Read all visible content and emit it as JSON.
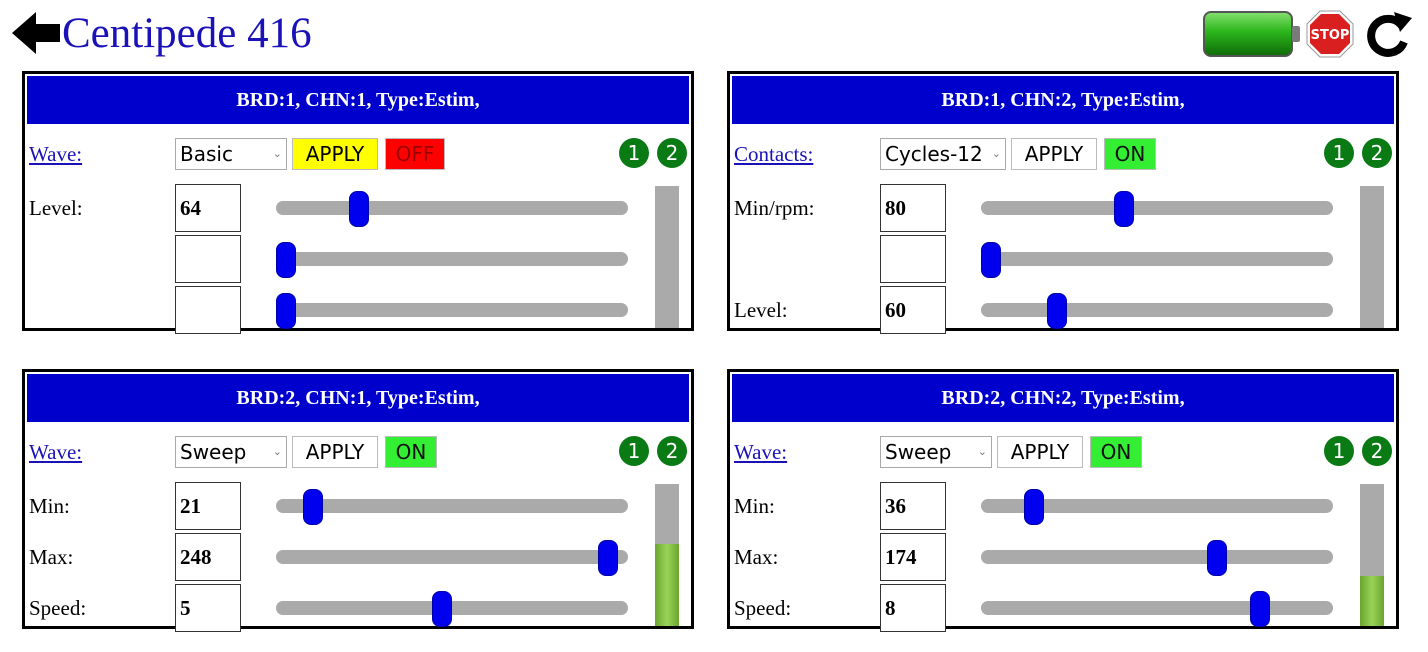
{
  "app": {
    "title": "Centipede 416",
    "icons": {
      "back": "back-arrow-icon",
      "battery": "battery-icon",
      "stop": "stop-sign-icon",
      "refresh": "refresh-icon"
    },
    "colors": {
      "title": "#1a12b8",
      "header": "#0000cc",
      "on": "#33ee33",
      "off": "#ff0000",
      "apply_active": "#ffff00",
      "slider_thumb": "#0000ee",
      "badge": "#0a7a14",
      "battery": "#2bb51b",
      "stop": "#d91f1f"
    }
  },
  "panels": [
    {
      "header": "BRD:1, CHN:1, Type:Estim,",
      "mode_label": "Wave:",
      "select_value": "Basic",
      "apply_label": "APPLY",
      "apply_highlight": true,
      "toggle_label": "OFF",
      "toggle_state": "off",
      "badges": [
        "1",
        "2"
      ],
      "meter_level": 0,
      "rows": [
        {
          "label": "Level:",
          "value": "64",
          "slider": 0.22
        },
        {
          "label": "",
          "value": "",
          "slider": 0.0
        },
        {
          "label": "",
          "value": "",
          "slider": 0.0
        }
      ]
    },
    {
      "header": "BRD:1, CHN:2, Type:Estim,",
      "mode_label": "Contacts:",
      "select_value": "Cycles-12",
      "apply_label": "APPLY",
      "apply_highlight": false,
      "toggle_label": "ON",
      "toggle_state": "on",
      "badges": [
        "1",
        "2"
      ],
      "meter_level": 0,
      "rows": [
        {
          "label": "Min/rpm:",
          "value": "80",
          "slider": 0.4
        },
        {
          "label": "",
          "value": "",
          "slider": 0.0
        },
        {
          "label": "Level:",
          "value": "60",
          "slider": 0.2
        }
      ]
    },
    {
      "header": "BRD:2, CHN:1, Type:Estim,",
      "mode_label": "Wave:",
      "select_value": "Sweep",
      "apply_label": "APPLY",
      "apply_highlight": false,
      "toggle_label": "ON",
      "toggle_state": "on",
      "badges": [
        "1",
        "2"
      ],
      "meter_level": 0.58,
      "rows": [
        {
          "label": "Min:",
          "value": "21",
          "slider": 0.08
        },
        {
          "label": "Max:",
          "value": "248",
          "slider": 0.97
        },
        {
          "label": "Speed:",
          "value": "5",
          "slider": 0.47
        }
      ]
    },
    {
      "header": "BRD:2, CHN:2, Type:Estim,",
      "mode_label": "Wave:",
      "select_value": "Sweep",
      "apply_label": "APPLY",
      "apply_highlight": false,
      "toggle_label": "ON",
      "toggle_state": "on",
      "badges": [
        "1",
        "2"
      ],
      "meter_level": 0.35,
      "rows": [
        {
          "label": "Min:",
          "value": "36",
          "slider": 0.13
        },
        {
          "label": "Max:",
          "value": "174",
          "slider": 0.68
        },
        {
          "label": "Speed:",
          "value": "8",
          "slider": 0.81
        }
      ]
    }
  ]
}
